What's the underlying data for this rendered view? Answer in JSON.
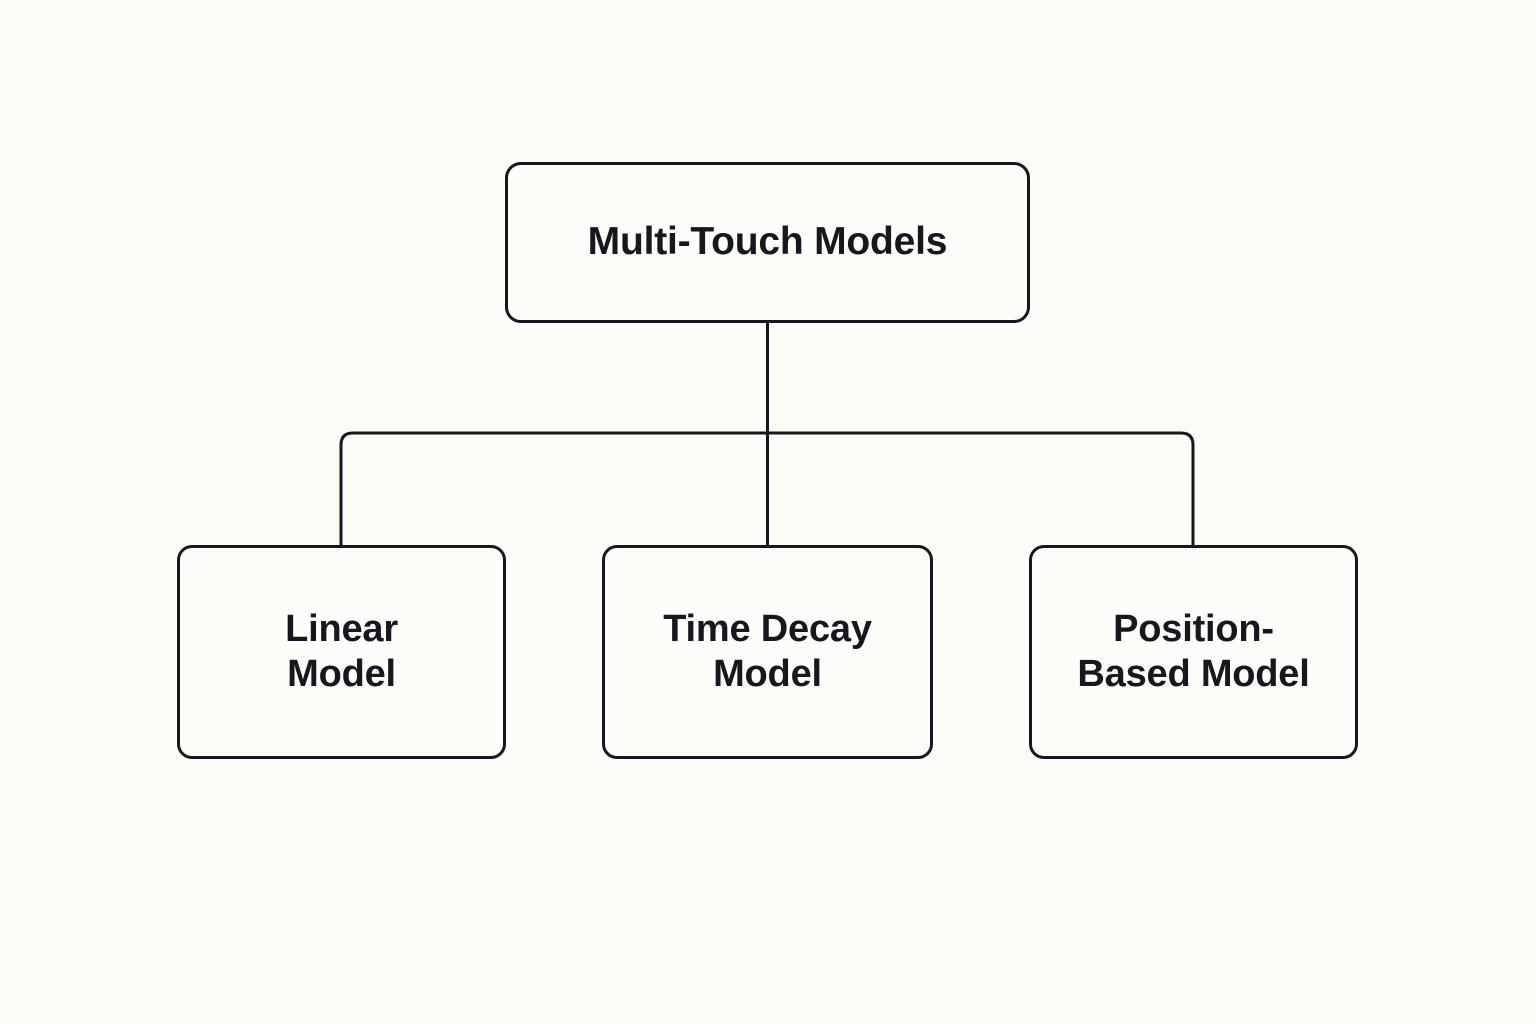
{
  "diagram": {
    "type": "tree-hierarchy",
    "title": "Multi-Touch Models",
    "background_color": "#fcfbf6",
    "node_fill_color": "#fdfcf9",
    "stroke_color": "#14181f",
    "text_color": "#14181f",
    "root": {
      "label": "Multi-Touch Models"
    },
    "children": [
      {
        "label": "Linear\nModel"
      },
      {
        "label": "Time Decay\nModel"
      },
      {
        "label": "Position-\nBased Model"
      }
    ]
  }
}
